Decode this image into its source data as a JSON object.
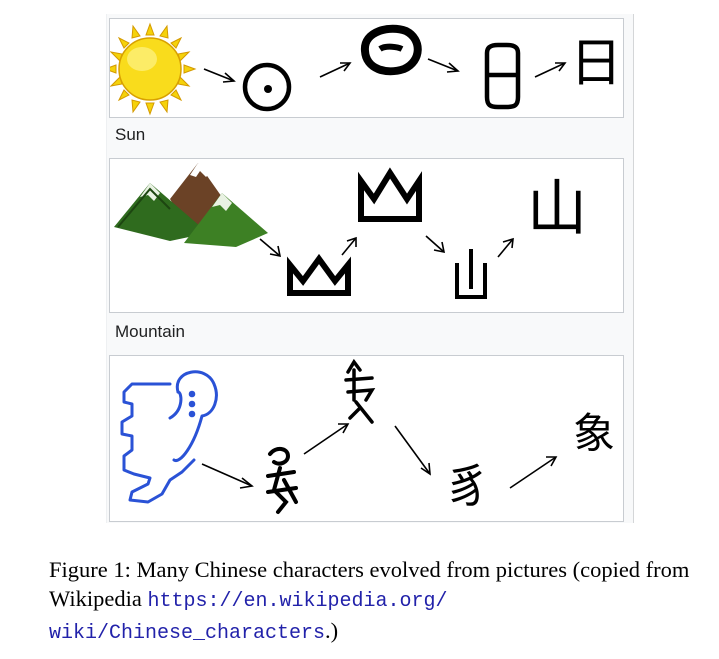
{
  "figure": {
    "panels": [
      {
        "label": "Sun",
        "chars": [
          "日"
        ]
      },
      {
        "label": "Mountain",
        "chars": [
          "山"
        ]
      },
      {
        "label": "",
        "chars": [
          "豸",
          "象"
        ]
      }
    ]
  },
  "caption": {
    "prefix": "Figure 1:",
    "text": "Many Chinese characters evolved from pictures (copied from Wikipedia",
    "url_part1": "https://en.wikipedia.org/",
    "url_part2": "wiki/Chinese_characters",
    "suffix": ".)"
  }
}
